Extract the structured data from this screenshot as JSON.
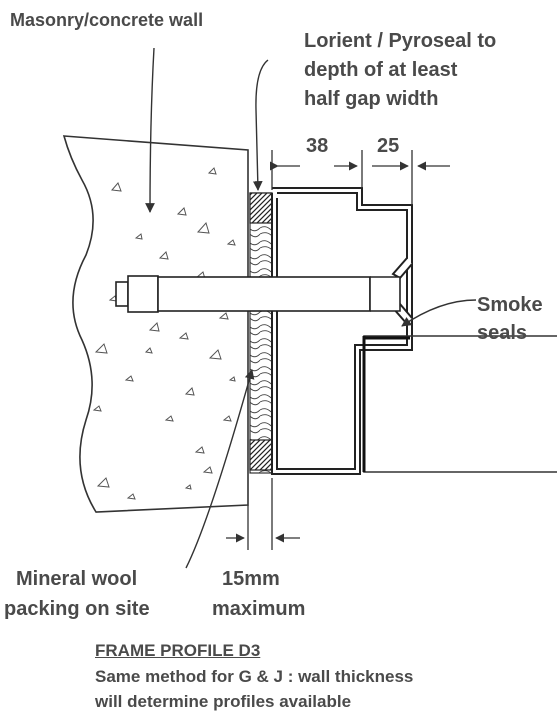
{
  "labels": {
    "masonry_wall": "Masonry/concrete wall",
    "sealant_line1": "Lorient / Pyroseal to",
    "sealant_line2": "depth of at least",
    "sealant_line3": "half gap width",
    "dim_38": "38",
    "dim_25": "25",
    "smoke_line1": "Smoke",
    "smoke_line2": "seals",
    "mineral_line1": "Mineral wool",
    "mineral_line2": "packing on site",
    "gap_line1": "15mm",
    "gap_line2": "maximum"
  },
  "caption": {
    "title": "FRAME PROFILE D3",
    "line1": "Same method for G & J : wall thickness",
    "line2": "will determine profiles available"
  }
}
